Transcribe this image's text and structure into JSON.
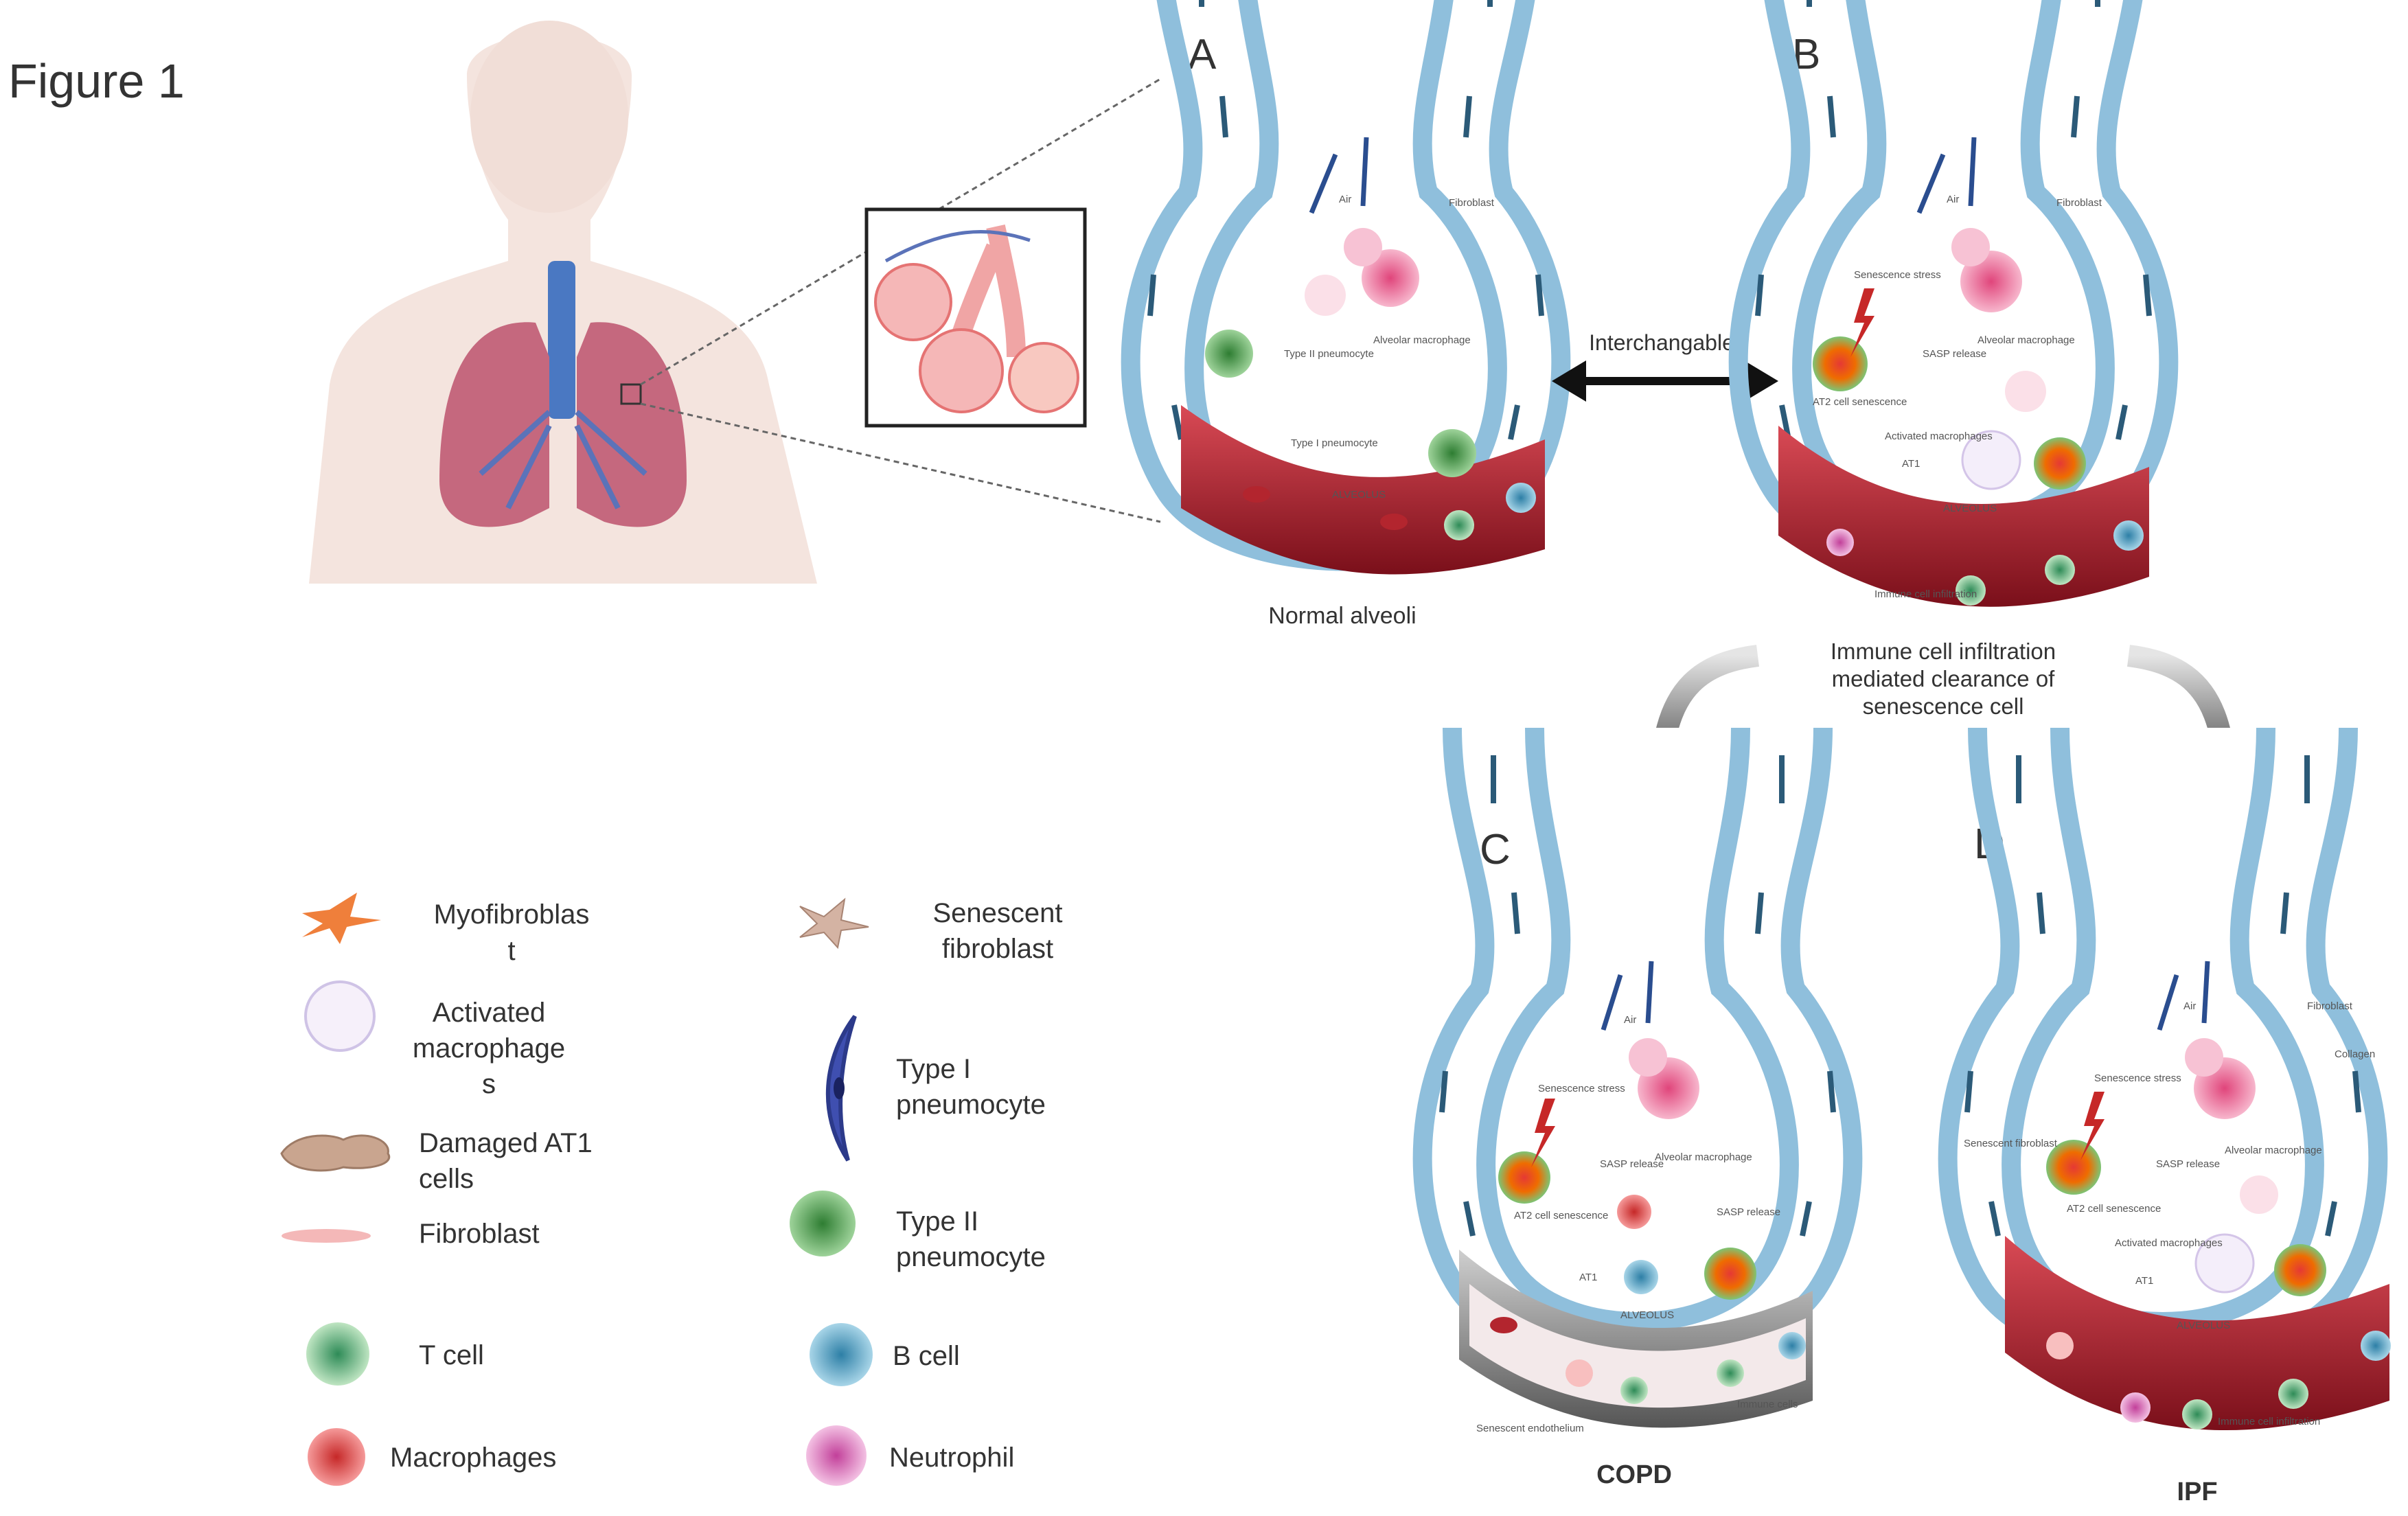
{
  "figure_title": "Figure 1",
  "panels": {
    "A": {
      "letter": "A",
      "caption": "Normal alveoli",
      "air": "Air",
      "fibroblast": "Fibroblast",
      "type2": "Type II pneumocyte",
      "type1": "Type I pneumocyte",
      "alv_mac": "Alveolar macrophage",
      "alveolus": "ALVEOLUS"
    },
    "B": {
      "letter": "B",
      "air": "Air",
      "fibroblast": "Fibroblast",
      "sen_stress": "Senescence stress",
      "sasp": "SASP release",
      "alv_mac": "Alveolar macrophage",
      "at2_sen": "AT2 cell senescence",
      "act_mac": "Activated macrophages",
      "at1": "AT1",
      "alveolus": "ALVEOLUS",
      "immune_inf": "Immune cell infiltration"
    },
    "C": {
      "letter": "C",
      "caption": "COPD",
      "air": "Air",
      "sen_stress": "Senescence stress",
      "sasp": "SASP release",
      "sasp2": "SASP release",
      "alv_mac": "Alveolar macrophage",
      "at2_sen": "AT2 cell senescence",
      "at1": "AT1",
      "alveolus": "ALVEOLUS",
      "sen_endo": "Senescent endothelium",
      "immune": "Immune cells"
    },
    "D": {
      "letter": "D",
      "caption": "IPF",
      "air": "Air",
      "fibroblast": "Fibroblast",
      "collagen": "Collagen",
      "sen_fib": "Senescent fibroblast",
      "sen_stress": "Senescence stress",
      "sasp": "SASP release",
      "alv_mac": "Alveolar macrophage",
      "at2_sen": "AT2 cell senescence",
      "act_mac": "Activated macrophages",
      "at1": "AT1",
      "alveolus": "ALVEOLUS",
      "immune_inf": "Immune cell infiltration"
    }
  },
  "interchange_label": "Interchangable",
  "clearance_text": [
    "Immune cell infiltration",
    "mediated clearance of",
    "senescence cell"
  ],
  "legend": {
    "myofibroblast": [
      "Myofibroblas",
      "t"
    ],
    "activated_macrophages": [
      "Activated",
      "macrophage",
      "s"
    ],
    "damaged_at1": [
      "Damaged AT1",
      "cells"
    ],
    "fibroblast": [
      "Fibroblast"
    ],
    "t_cell": [
      "T cell"
    ],
    "macrophages": [
      "Macrophages"
    ],
    "senescent_fibroblast": [
      "Senescent",
      "fibroblast"
    ],
    "type1": [
      "Type I",
      "pneumocyte"
    ],
    "type2": [
      "Type II",
      "pneumocyte"
    ],
    "b_cell": [
      "B cell"
    ],
    "neutrophil": [
      "Neutrophil"
    ]
  },
  "colors": {
    "airway": "#8fbfdc",
    "vessel": "#a0222c",
    "lung": "#c5687e",
    "skin": "#f4e4de",
    "arrow": "#2a4d8f"
  }
}
